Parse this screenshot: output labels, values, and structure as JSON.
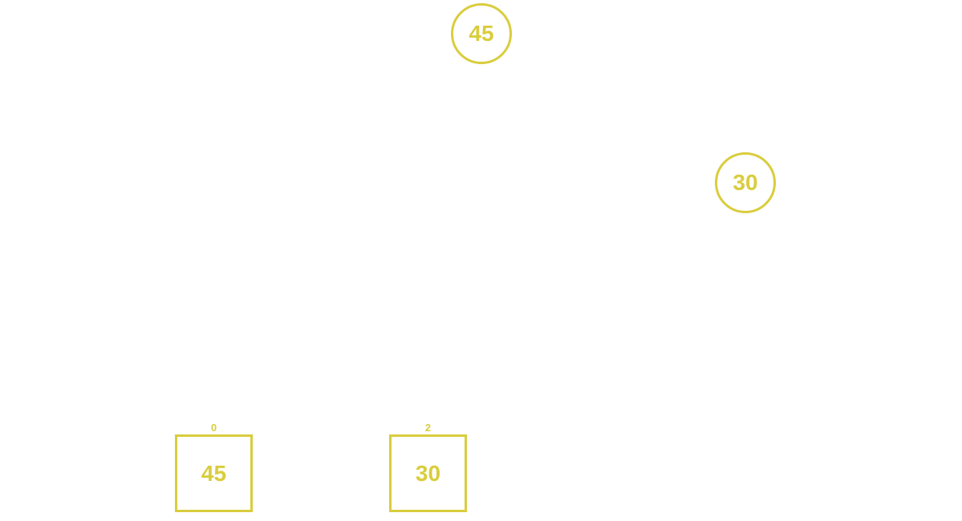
{
  "colors": {
    "node": "#d9cd3d",
    "background": "#ffffff"
  },
  "tree": {
    "nodes": [
      {
        "value": "45"
      },
      {
        "value": "30"
      }
    ]
  },
  "array": {
    "cells": [
      {
        "index": "0",
        "value": "45"
      },
      {
        "index": "2",
        "value": "30"
      }
    ]
  }
}
